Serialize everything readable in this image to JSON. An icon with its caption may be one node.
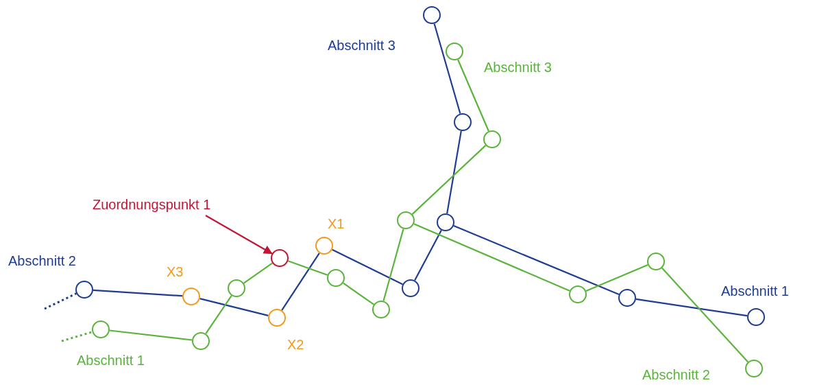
{
  "diagram": {
    "nodes": [
      {
        "text": [],
        "shape": "circle",
        "beside": [
          "Abschnitt 3"
        ]
      },
      {
        "text": [],
        "shape": "circle"
      },
      {
        "text": [],
        "shape": "circle"
      },
      {
        "text": [],
        "shape": "circle"
      },
      {
        "text": [],
        "shape": "circle",
        "beside": [
          "X1"
        ]
      },
      {
        "text": [],
        "shape": "circle",
        "beside": [
          "X2"
        ]
      },
      {
        "text": [],
        "shape": "circle",
        "beside": [
          "X3"
        ]
      },
      {
        "text": [],
        "shape": "circle",
        "beside": [
          "Abschnitt 2"
        ]
      },
      {
        "text": [],
        "shape": "circle"
      },
      {
        "text": [],
        "shape": "circle",
        "beside": [
          "Abschnitt 1"
        ]
      },
      {
        "text": [],
        "shape": "circle",
        "beside": [
          "Abschnitt 3"
        ]
      },
      {
        "text": [],
        "shape": "circle"
      },
      {
        "text": [],
        "shape": "circle"
      },
      {
        "text": [],
        "shape": "circle"
      },
      {
        "text": [],
        "shape": "circle"
      },
      {
        "text": [],
        "shape": "circle"
      },
      {
        "text": [],
        "shape": "circle"
      },
      {
        "text": [],
        "shape": "circle"
      },
      {
        "text": [],
        "shape": "circle",
        "beside": [
          "Abschnitt 1"
        ]
      },
      {
        "text": [],
        "shape": "circle"
      },
      {
        "text": [],
        "shape": "circle"
      },
      {
        "text": [],
        "shape": "circle",
        "beside": [
          "Abschnitt 2"
        ]
      },
      {
        "text": [
          "Zuordnungspunkt 1"
        ]
      }
    ],
    "edges": [
      {
        "from": null,
        "to": 7,
        "arrow": "none",
        "style": "dashed",
        "color": "#1f3c93"
      },
      {
        "from": 7,
        "to": 6,
        "arrow": "none",
        "color": "#1f3c93"
      },
      {
        "from": 6,
        "to": 5,
        "arrow": "none",
        "color": "#1f3c93"
      },
      {
        "from": 5,
        "to": 4,
        "arrow": "none",
        "color": "#1f3c93"
      },
      {
        "from": 4,
        "to": 3,
        "arrow": "none",
        "color": "#1f3c93"
      },
      {
        "from": 3,
        "to": 2,
        "arrow": "none",
        "color": "#1f3c93"
      },
      {
        "from": 2,
        "to": 1,
        "arrow": "none",
        "color": "#1f3c93"
      },
      {
        "from": 1,
        "to": 0,
        "arrow": "none",
        "color": "#1f3c93"
      },
      {
        "from": 2,
        "to": 8,
        "arrow": "none",
        "color": "#1f3c93"
      },
      {
        "from": 8,
        "to": 9,
        "arrow": "none",
        "color": "#1f3c93"
      },
      {
        "from": null,
        "to": 18,
        "arrow": "none",
        "style": "dashed"
      },
      {
        "from": 18,
        "to": 17,
        "arrow": "none"
      },
      {
        "from": 17,
        "to": 16,
        "arrow": "none"
      },
      {
        "from": 16,
        "to": 15,
        "arrow": "none"
      },
      {
        "from": 15,
        "to": 14,
        "arrow": "none"
      },
      {
        "from": 14,
        "to": 13,
        "arrow": "none"
      },
      {
        "from": 13,
        "to": 12,
        "arrow": "none"
      },
      {
        "from": 12,
        "to": 11,
        "arrow": "none"
      },
      {
        "from": 11,
        "to": 10,
        "arrow": "none"
      },
      {
        "from": 12,
        "to": 19,
        "arrow": "none"
      },
      {
        "from": 19,
        "to": 20,
        "arrow": "none"
      },
      {
        "from": 20,
        "to": 21,
        "arrow": "none"
      },
      {
        "from": 22,
        "to": 15,
        "arrow": "to",
        "color": "#c41535"
      }
    ]
  }
}
